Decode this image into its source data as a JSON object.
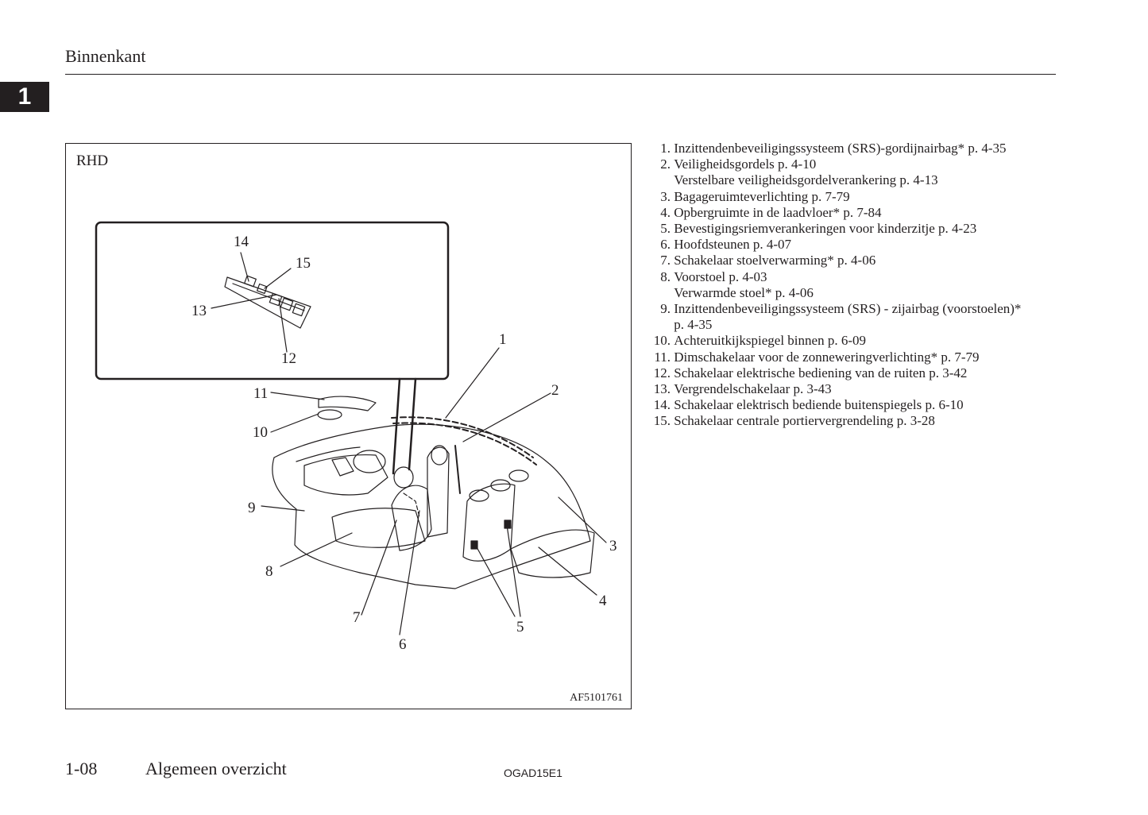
{
  "header": {
    "title": "Binnenkant",
    "chapter_tab": "1"
  },
  "figure": {
    "variant_label": "RHD",
    "code": "AF5101761",
    "callouts": [
      "1",
      "2",
      "3",
      "4",
      "5",
      "6",
      "7",
      "8",
      "9",
      "10",
      "11",
      "12",
      "13",
      "14",
      "15"
    ]
  },
  "legend": [
    {
      "num": "1.",
      "text": "Inzittendenbeveiligingssysteem (SRS)-gordijnairbag* p. 4-35",
      "sub": ""
    },
    {
      "num": "2.",
      "text": "Veiligheidsgordels p. 4-10",
      "sub": "Verstelbare veiligheidsgordelverankering p. 4-13"
    },
    {
      "num": "3.",
      "text": "Bagageruimteverlichting p. 7-79",
      "sub": ""
    },
    {
      "num": "4.",
      "text": "Opbergruimte in de laadvloer* p. 7-84",
      "sub": ""
    },
    {
      "num": "5.",
      "text": "Bevestigingsriemverankeringen voor kinderzitje p. 4-23",
      "sub": ""
    },
    {
      "num": "6.",
      "text": "Hoofdsteunen p. 4-07",
      "sub": ""
    },
    {
      "num": "7.",
      "text": "Schakelaar stoelverwarming* p. 4-06",
      "sub": ""
    },
    {
      "num": "8.",
      "text": "Voorstoel p. 4-03",
      "sub": "Verwarmde stoel* p. 4-06"
    },
    {
      "num": "9.",
      "text": "Inzittendenbeveiligingssysteem (SRS) - zijairbag (voorstoelen)*",
      "sub": "p. 4-35"
    },
    {
      "num": "10.",
      "text": "Achteruitkijkspiegel binnen p. 6-09",
      "sub": ""
    },
    {
      "num": "11.",
      "text": "Dimschakelaar voor de zonneweringverlichting* p. 7-79",
      "sub": ""
    },
    {
      "num": "12.",
      "text": "Schakelaar elektrische bediening van de ruiten p. 3-42",
      "sub": ""
    },
    {
      "num": "13.",
      "text": "Vergrendelschakelaar p. 3-43",
      "sub": ""
    },
    {
      "num": "14.",
      "text": "Schakelaar elektrisch bediende buitenspiegels p. 6-10",
      "sub": ""
    },
    {
      "num": "15.",
      "text": "Schakelaar centrale portiervergrendeling p. 3-28",
      "sub": ""
    }
  ],
  "footer": {
    "page": "1-08",
    "section": "Algemeen overzicht",
    "doc_code": "OGAD15E1"
  }
}
